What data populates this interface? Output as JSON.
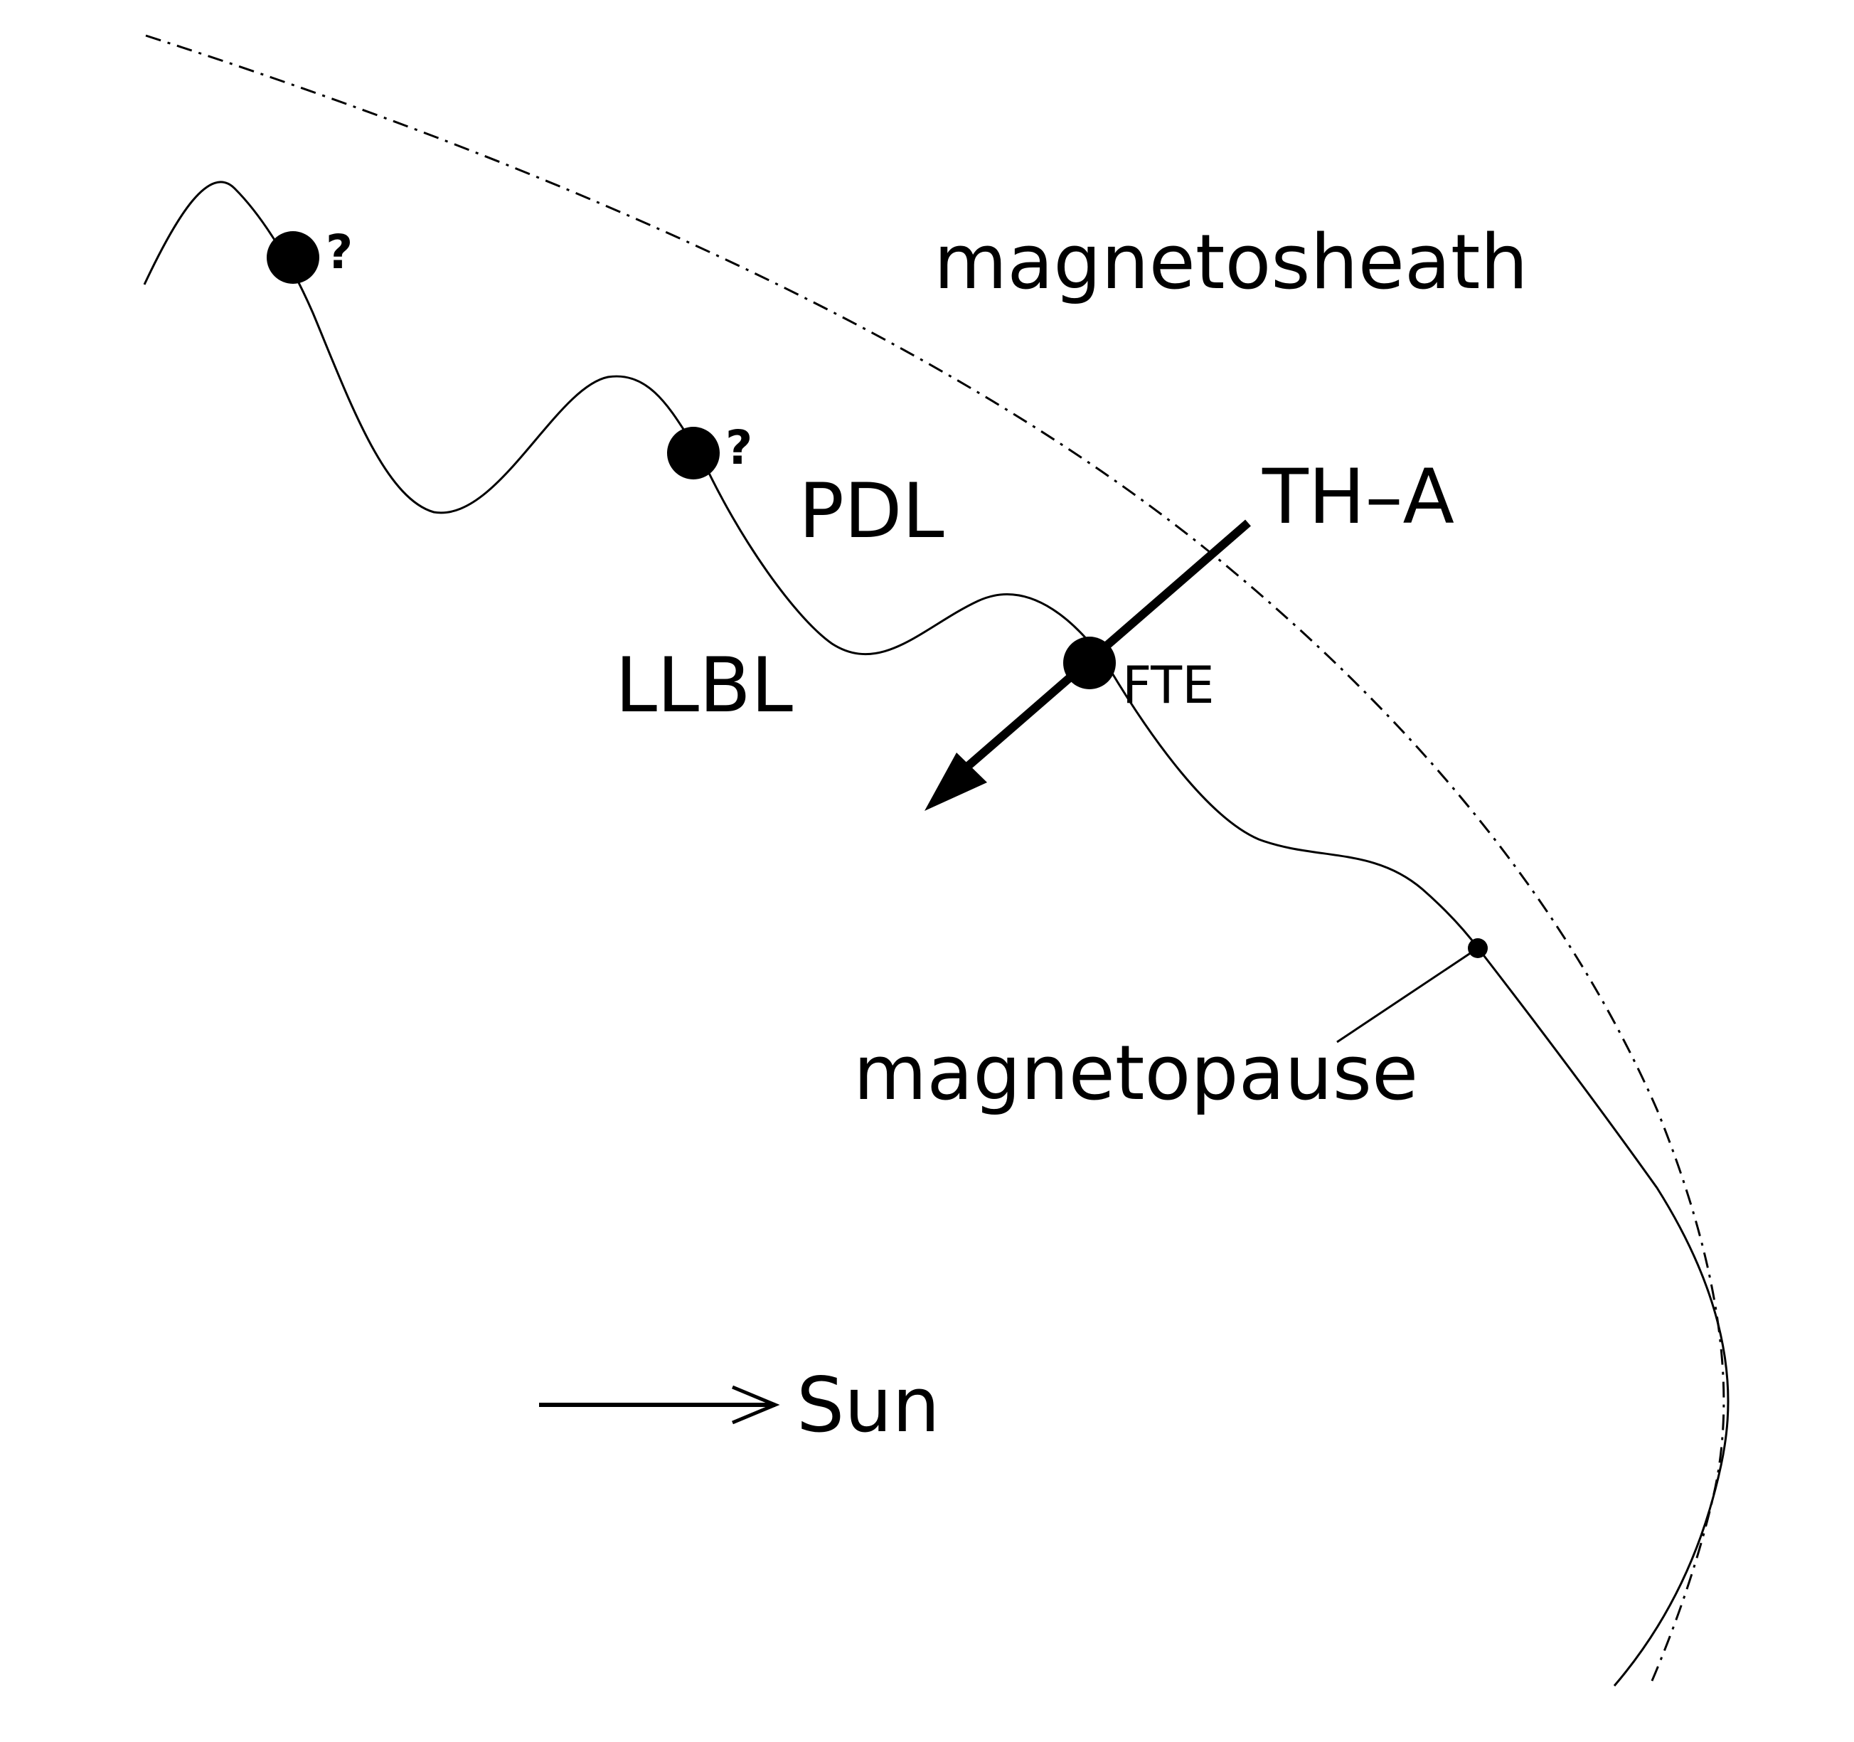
{
  "diagram": {
    "labels": {
      "magnetosheath": "magnetosheath",
      "pdl": "PDL",
      "llbl": "LLBL",
      "th_a": "TH–A",
      "fte": "FTE",
      "magnetopause": "magnetopause",
      "sun": "Sun",
      "question_1": "?",
      "question_2": "?"
    },
    "colors": {
      "ink": "#000000",
      "background": "#ffffff"
    },
    "styles": {
      "bow_shock_line": "dash-dot",
      "magnetopause_line": "solid wavy"
    }
  }
}
